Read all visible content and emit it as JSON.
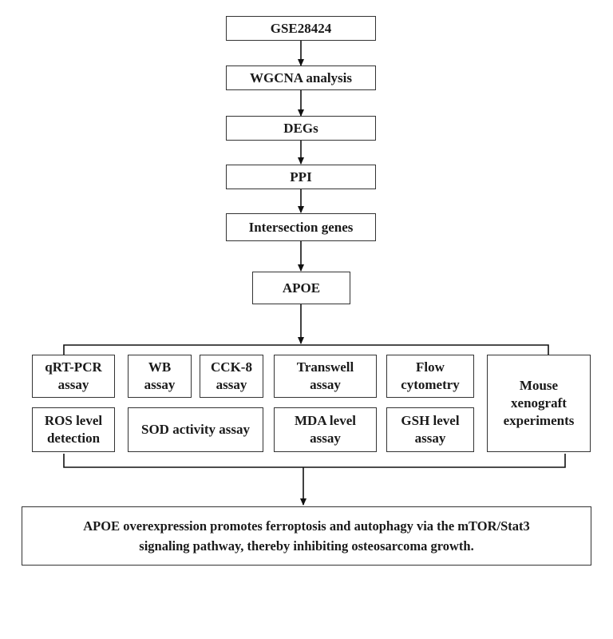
{
  "pipeline": {
    "gse": "GSE28424",
    "wgcna": "WGCNA analysis",
    "degs": "DEGs",
    "ppi": "PPI",
    "intersection": "Intersection genes",
    "apoe": "APOE"
  },
  "assays": {
    "qrt_pcr": "qRT-PCR\nassay",
    "wb": "WB\nassay",
    "cck8": "CCK-8\nassay",
    "transwell": "Transwell\nassay",
    "flow": "Flow\ncytometry",
    "mouse": "Mouse\nxenograft\nexperiments",
    "ros": "ROS level\ndetection",
    "sod": "SOD activity assay",
    "mda": "MDA level\nassay",
    "gsh": "GSH level\nassay"
  },
  "conclusion": "APOE overexpression promotes ferroptosis and autophagy via the mTOR/Stat3\nsignaling pathway, thereby inhibiting osteosarcoma growth.",
  "colors": {
    "stroke": "#111111",
    "box_border": "#333333",
    "text": "#1a1a1a"
  }
}
